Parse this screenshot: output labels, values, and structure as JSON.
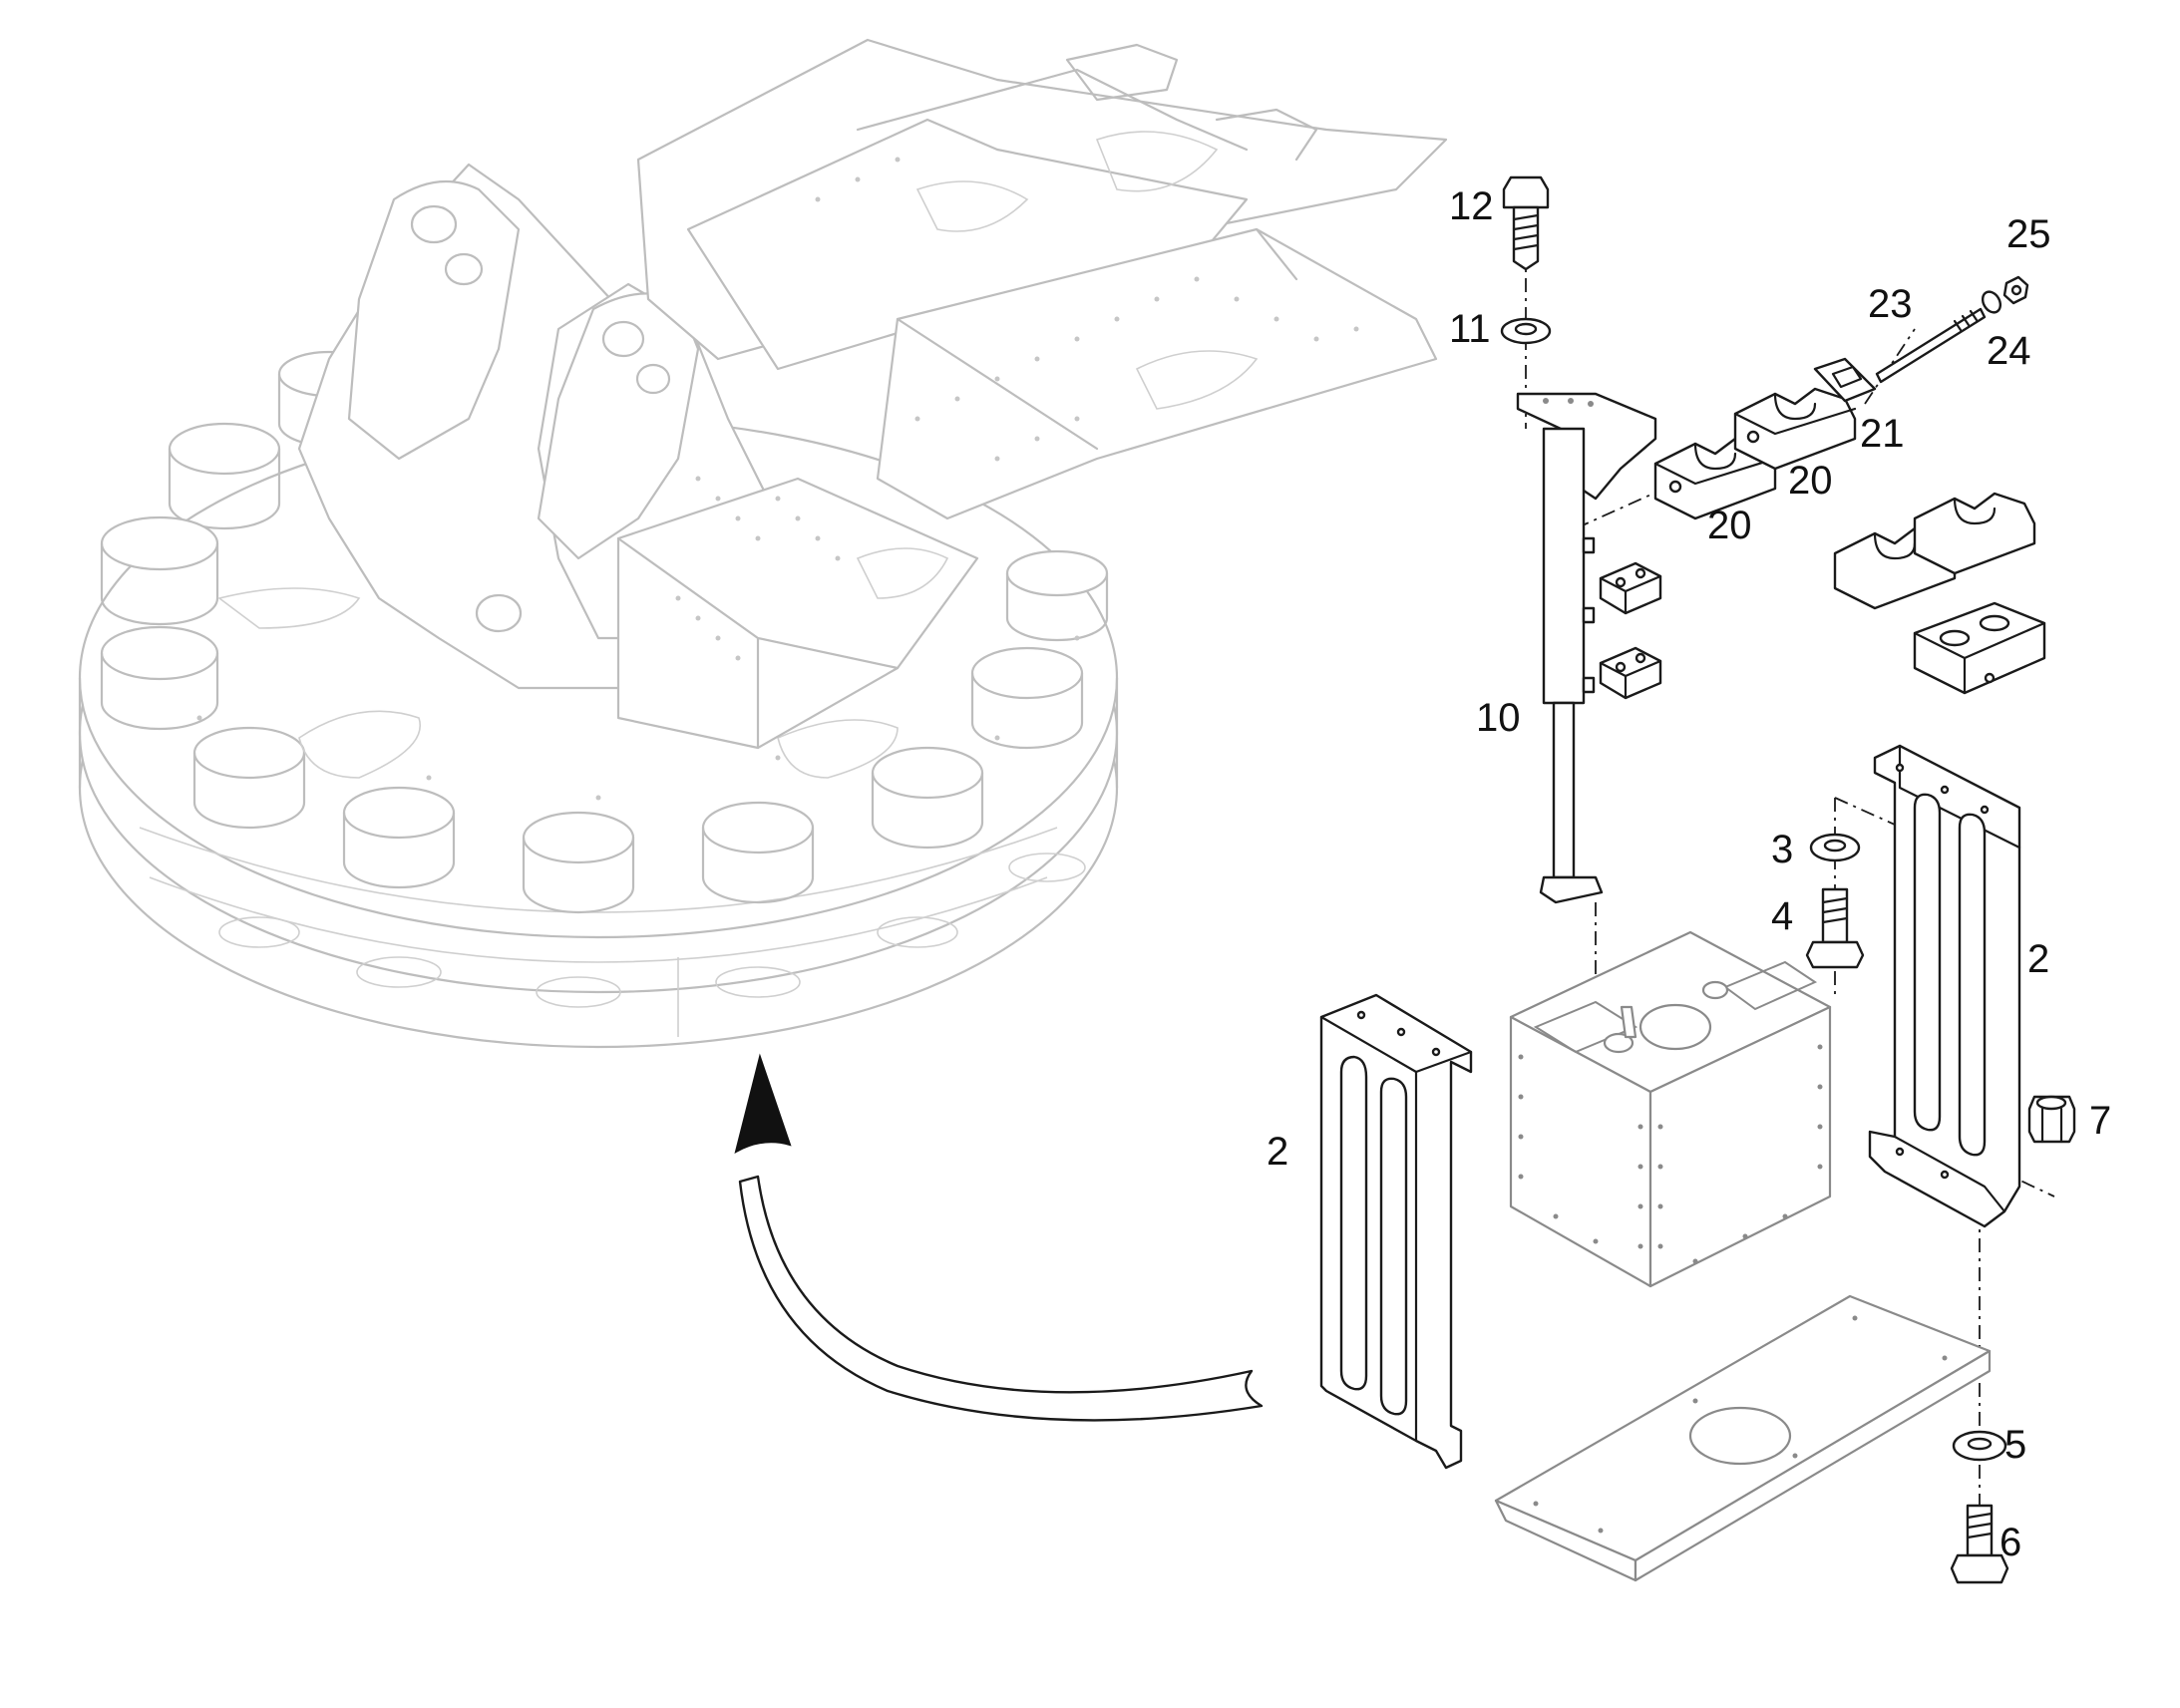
{
  "diagram": {
    "callouts": [
      {
        "id": "c12",
        "text": "12"
      },
      {
        "id": "c11",
        "text": "11"
      },
      {
        "id": "c25",
        "text": "25"
      },
      {
        "id": "c23",
        "text": "23"
      },
      {
        "id": "c24",
        "text": "24"
      },
      {
        "id": "c21",
        "text": "21"
      },
      {
        "id": "c20a",
        "text": "20"
      },
      {
        "id": "c20b",
        "text": "20"
      },
      {
        "id": "c10",
        "text": "10"
      },
      {
        "id": "c3",
        "text": "3"
      },
      {
        "id": "c4",
        "text": "4"
      },
      {
        "id": "c2r",
        "text": "2"
      },
      {
        "id": "c2l",
        "text": "2"
      },
      {
        "id": "c7",
        "text": "7"
      },
      {
        "id": "c5",
        "text": "5"
      },
      {
        "id": "c6",
        "text": "6"
      }
    ]
  }
}
